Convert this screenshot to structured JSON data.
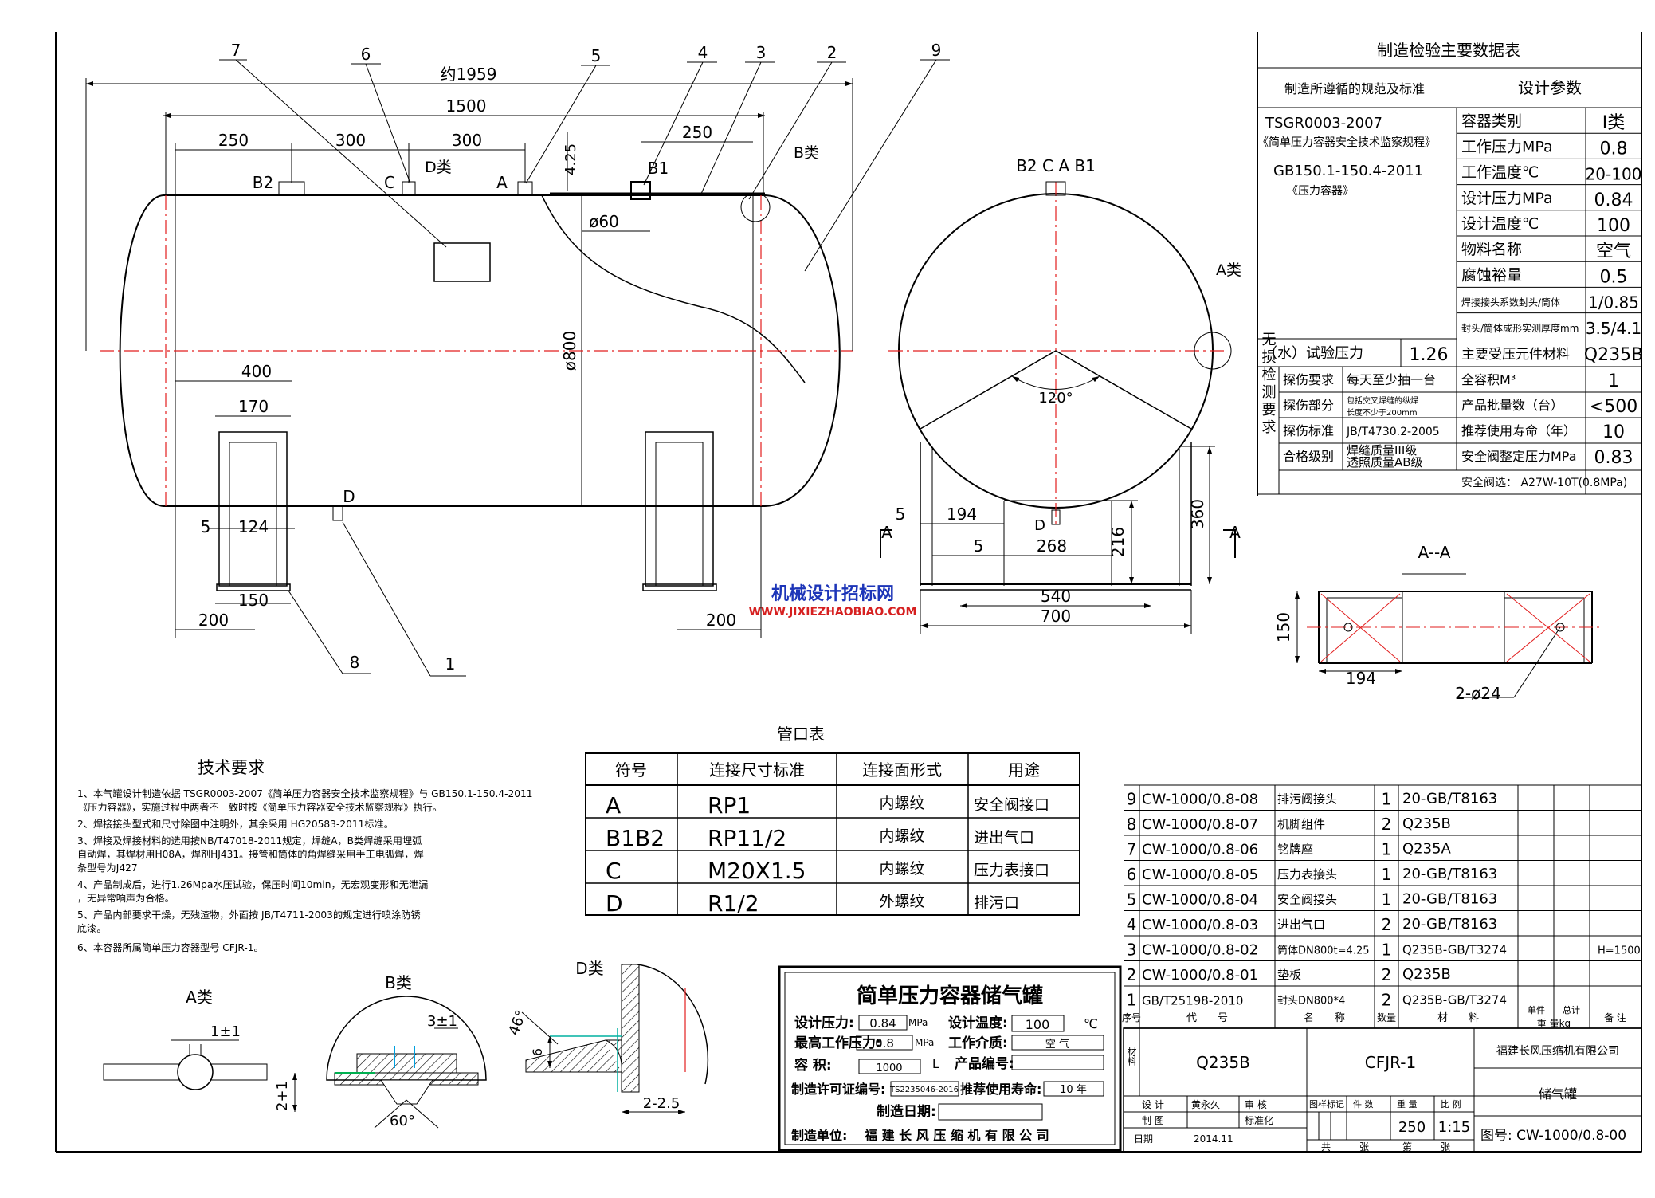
{
  "dims": {
    "overall": "约1959",
    "shell_len": "1500",
    "d250": "250",
    "d300a": "300",
    "d300b": "300",
    "d250b": "250",
    "d425": "4.25",
    "phi60": "ø60",
    "phi800": "ø800",
    "d400": "400",
    "d170": "170",
    "d5a": "5",
    "d124": "124",
    "d150": "150",
    "d200a": "200",
    "d200b": "200",
    "s194": "194",
    "s5a": "5",
    "s5b": "5",
    "s268": "268",
    "s540": "540",
    "s700": "700",
    "s216": "216",
    "s360": "360",
    "angle": "120°",
    "aa_150": "150",
    "aa_194": "194",
    "aa_holes": "2-ø24"
  },
  "labels": {
    "B2": "B2",
    "C": "C",
    "Dlei": "D类",
    "A": "A",
    "B1": "B1",
    "Blei": "B类",
    "D": "D",
    "side_top": "B2 C A B1",
    "Alei": "A类",
    "side_D": "D",
    "sec_A": "A",
    "aa_title": "A--A"
  },
  "callouts": [
    "1",
    "2",
    "3",
    "4",
    "5",
    "6",
    "7",
    "8",
    "9"
  ],
  "watermark": {
    "cn": "机械设计招标网",
    "en": "WWW.JIXIEZHAOBIAO.COM"
  },
  "data_table": {
    "title": "制造检验主要数据表",
    "left_head": "制造所遵循的规范及标准",
    "right_head": "设计参数",
    "std1": "TSGR0003-2007",
    "std1_desc": "《简单压力容器安全技术监察规程》",
    "std2": "GB150.1-150.4-2011",
    "std2_desc": "《压力容器》",
    "params": [
      {
        "k": "容器类别",
        "v": "I类"
      },
      {
        "k": "工作压力MPa",
        "v": "0.8"
      },
      {
        "k": "工作温度℃",
        "v": "20-100"
      },
      {
        "k": "设计压力MPa",
        "v": "0.84"
      },
      {
        "k": "设计温度℃",
        "v": "100"
      },
      {
        "k": "物料名称",
        "v": "空气"
      },
      {
        "k": "腐蚀裕量",
        "v": "0.5"
      },
      {
        "k": "焊接接头系数封头/筒体",
        "v": "1/0.85"
      },
      {
        "k": "封头/筒体成形实测厚度mm",
        "v": "3.5/4.1"
      }
    ],
    "test_label": "（水）试验压力",
    "test_val": "1.26",
    "main_mat_label": "主要受压元件材料",
    "main_mat_val": "Q235B",
    "ndt_vert": "无损检测要求",
    "ndt_rows": [
      {
        "k": "探伤要求",
        "v": "每天至少抽一台"
      },
      {
        "k": "探伤部分",
        "v": "包括交叉焊缝的纵焊",
        "v2": "长度不少于200mm"
      },
      {
        "k": "探伤标准",
        "v": "JB/T4730.2-2005"
      },
      {
        "k": "合格级别",
        "v": "焊缝质量III级",
        "v2": "透照质量AB级"
      }
    ],
    "right_rows": [
      {
        "k": "全容积M³",
        "v": "1"
      },
      {
        "k": "产品批量数（台）",
        "v": "<500"
      },
      {
        "k": "推荐使用寿命（年）",
        "v": "10"
      },
      {
        "k": "安全阀整定压力MPa",
        "v": "0.83"
      }
    ],
    "valve": "安全阀选： A27W-10T(0.8MPa)"
  },
  "nozzle_table": {
    "title": "管口表",
    "headers": [
      "符号",
      "连接尺寸标准",
      "连接面形式",
      "用途"
    ],
    "rows": [
      [
        "A",
        "RP1",
        "内螺纹",
        "安全阀接口"
      ],
      [
        "B1B2",
        "RP11/2",
        "内螺纹",
        "进出气口"
      ],
      [
        "C",
        "M20X1.5",
        "内螺纹",
        "压力表接口"
      ],
      [
        "D",
        "R1/2",
        "外螺纹",
        "排污口"
      ]
    ]
  },
  "tech": {
    "title": "技术要求",
    "lines": [
      "1、本气罐设计制造依据 TSGR0003-2007《简单压力容器安全技术监察规程》与 GB150.1-150.4-2011",
      "《压力容器》，实施过程中两者不一致时按《简单压力容器安全技术监察规程》执行。",
      "2、焊接接头型式和尺寸除图中注明外，其余采用 HG20583-2011标准。",
      "3、焊接及焊接材料的选用按NB/T47018-2011规定，焊缝A，B类焊缝采用埋弧",
      "自动焊，其焊材用H08A，焊剂HJ431。接管和筒体的角焊缝采用手工电弧焊，焊",
      "条型号为J427",
      "4、产品制成后，进行1.26Mpa水压试验，保压时间10min，无宏观变形和无泄漏",
      "，无异常响声为合格。",
      "5、产品内部要求干燥，无残渣物，外面按 JB/T4711-2003的规定进行喷涂防锈",
      "底漆。",
      "6、本容器所属简单压力容器型号 CFJR-1。"
    ]
  },
  "details": {
    "A": {
      "title": "A类",
      "dim": "1±1"
    },
    "B": {
      "title": "B类",
      "d1": "3±1",
      "d2": "2+1",
      "ang": "60°"
    },
    "D": {
      "title": "D类",
      "ang": "46°",
      "d1": "6",
      "d2": "2-2.5"
    }
  },
  "nameplate": {
    "title": "简单压力容器储气罐",
    "dp_l": "设计压力:",
    "dp_v": "0.84",
    "dp_u": "MPa",
    "dt_l": "设计温度:",
    "dt_v": "100",
    "dt_u": "℃",
    "wp_l": "最高工作压力:",
    "wp_v": "0.8",
    "wp_u": "MPa",
    "wm_l": "工作介质:",
    "wm_v": "空 气",
    "vol_l": "容 积:",
    "vol_v": "1000",
    "vol_u": "L",
    "pn_l": "产品编号:",
    "lic_l": "制造许可证编号:",
    "lic_v": "TS2235046-2016",
    "life_l": "推荐使用寿命:",
    "life_v": "10 年",
    "date_l": "制造日期:",
    "maker_l": "制造单位:",
    "maker_v": "福 建 长 风 压 缩 机 有 限 公 司"
  },
  "bom": {
    "rows": [
      {
        "no": "9",
        "code": "CW-1000/0.8-08",
        "name": "排污阀接头",
        "qty": "1",
        "mat": "20-GB/T8163",
        "note": ""
      },
      {
        "no": "8",
        "code": "CW-1000/0.8-07",
        "name": "机脚组件",
        "qty": "2",
        "mat": "Q235B",
        "note": ""
      },
      {
        "no": "7",
        "code": "CW-1000/0.8-06",
        "name": "铭牌座",
        "qty": "1",
        "mat": "Q235A",
        "note": ""
      },
      {
        "no": "6",
        "code": "CW-1000/0.8-05",
        "name": "压力表接头",
        "qty": "1",
        "mat": "20-GB/T8163",
        "note": ""
      },
      {
        "no": "5",
        "code": "CW-1000/0.8-04",
        "name": "安全阀接头",
        "qty": "1",
        "mat": "20-GB/T8163",
        "note": ""
      },
      {
        "no": "4",
        "code": "CW-1000/0.8-03",
        "name": "进出气口",
        "qty": "2",
        "mat": "20-GB/T8163",
        "note": ""
      },
      {
        "no": "3",
        "code": "CW-1000/0.8-02",
        "name": "筒体DN800t=4.25",
        "qty": "1",
        "mat": "Q235B-GB/T3274",
        "note": "H=1500"
      },
      {
        "no": "2",
        "code": "CW-1000/0.8-01",
        "name": "垫板",
        "qty": "2",
        "mat": "Q235B",
        "note": ""
      },
      {
        "no": "1",
        "code": "GB/T25198-2010",
        "name": "封头DN800*4",
        "qty": "2",
        "mat": "Q235B-GB/T3274",
        "note": ""
      }
    ],
    "h_no": "序号",
    "h_code": "代　　号",
    "h_name": "名　　称",
    "h_qty": "数量",
    "h_mat": "材　　料",
    "h_single": "单件",
    "h_total": "总计",
    "h_weight": "重 量kg",
    "h_note": "备 注"
  },
  "title_block": {
    "mat_label": "材料",
    "material": "Q235B",
    "model": "CFJR-1",
    "company": "福建长风压缩机有限公司",
    "design": "设 计",
    "designer": "黄永久",
    "review": "审 核",
    "drawing": "制 图",
    "std": "标准化",
    "stage": "图样标记",
    "pieces": "件 数",
    "weight_l": "重 量",
    "scale_l": "比 例",
    "weight": "250",
    "scale": "1:15",
    "product": "储气罐",
    "date_l": "日期",
    "date": "2014.11",
    "total_sheets": "共　　　张",
    "sheet": "第　　　张",
    "drawing_no": "图号: CW-1000/0.8-00"
  }
}
